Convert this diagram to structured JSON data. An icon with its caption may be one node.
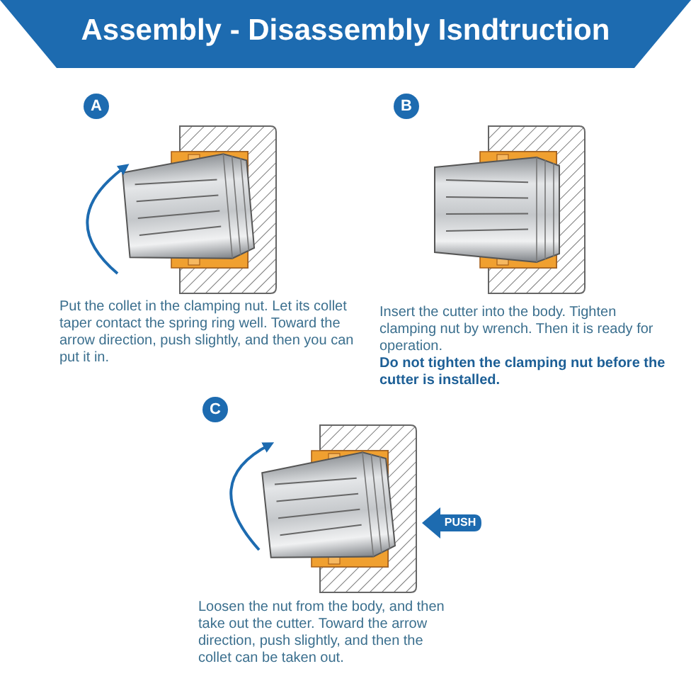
{
  "diagram": {
    "title": "Assembly - Disassembly Isndtruction",
    "nodes": [
      {
        "text": [
          "A"
        ]
      },
      {
        "text": [
          "B"
        ]
      },
      {
        "text": [
          "C"
        ]
      },
      {
        "text": [
          "PUSH"
        ]
      }
    ],
    "labels": [
      "Put the collet in the clamping nut. Let its collet taper contact the spring ring well. Toward the arrow direction, push slightly, and then you can put it in.",
      "Insert the cutter into the body. Tighten clamping nut by wrench. Then it is ready for operation. **Do not tighten the clamping nut before the cutter is installed.**",
      "Loosen the nut from the body, and then take out the cutter. Toward the arrow direction, push slightly, and then the collet can be taken out."
    ]
  }
}
